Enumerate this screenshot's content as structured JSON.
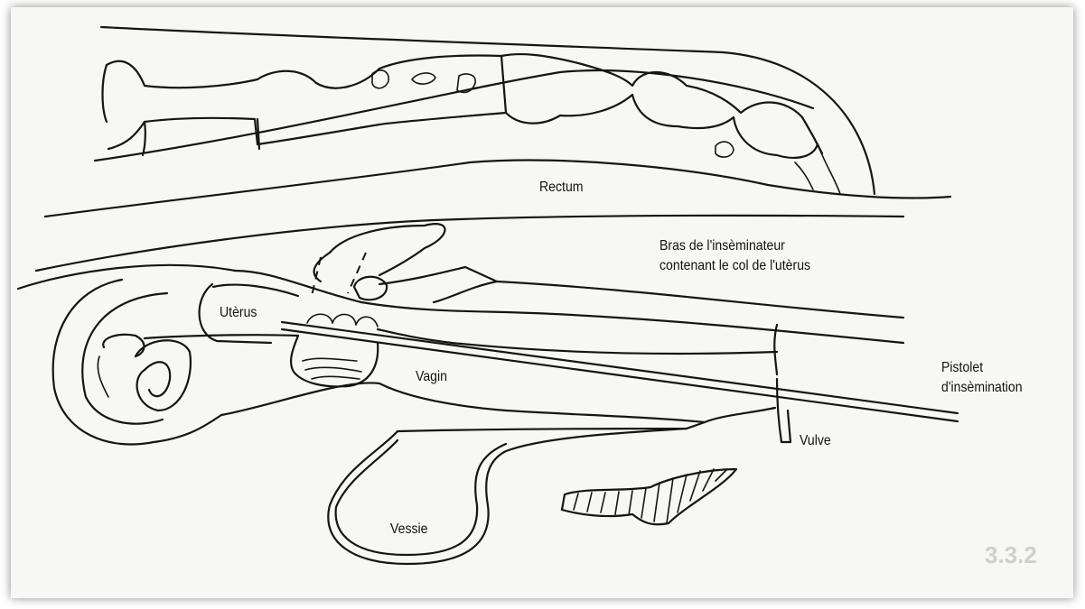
{
  "labels": {
    "rectum": "Rectum",
    "bras_line1": "Bras de l'insèminateur",
    "bras_line2": "contenant le col de l'utèrus",
    "uterus": "Utèrus",
    "vagin": "Vagin",
    "pistolet_line1": "Pistolet",
    "pistolet_line2": "d'insèmination",
    "vulve": "Vulve",
    "vessie": "Vessie"
  },
  "background_text": {
    "section_number": "3.3.2"
  },
  "colors": {
    "ink": "#151515",
    "paper": "#f7f7f5"
  }
}
